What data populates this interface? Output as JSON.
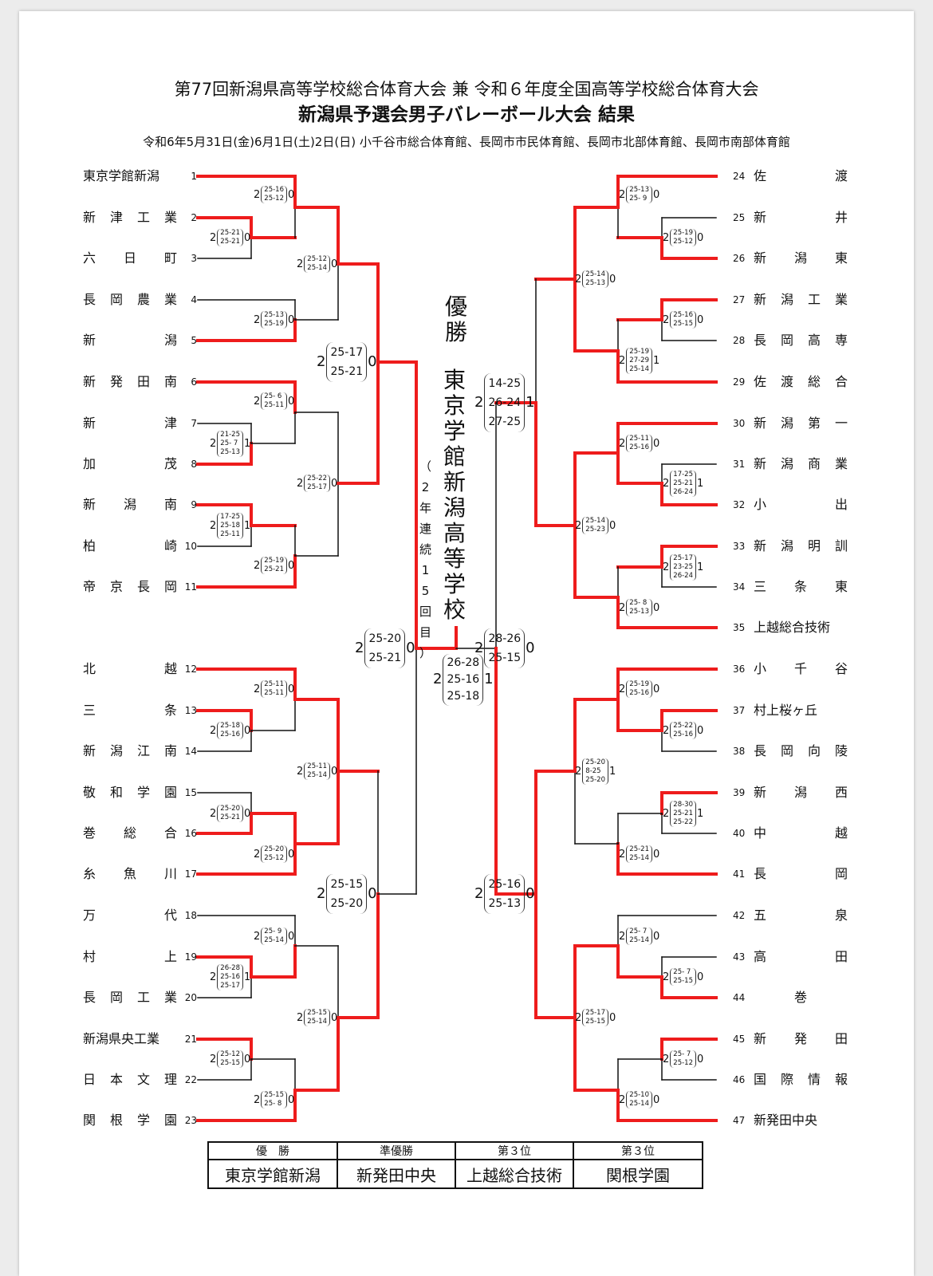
{
  "header": {
    "line1": "第77回新潟県高等学校総合体育大会 兼 令和６年度全国高等学校総合体育大会",
    "line2": "新潟県予選会男子バレーボール大会 結果",
    "line3": "令和6年5月31日(金)6月1日(土)2日(日) 小千谷市総合体育館、長岡市市民体育館、長岡市北部体育館、長岡市南部体育館"
  },
  "teams_left": [
    {
      "seed": "1",
      "name": "東京学館新潟"
    },
    {
      "seed": "2",
      "name": "新津工業"
    },
    {
      "seed": "3",
      "name": "六日町"
    },
    {
      "seed": "4",
      "name": "長岡農業"
    },
    {
      "seed": "5",
      "name": "新潟"
    },
    {
      "seed": "6",
      "name": "新発田南"
    },
    {
      "seed": "7",
      "name": "新津"
    },
    {
      "seed": "8",
      "name": "加茂"
    },
    {
      "seed": "9",
      "name": "新潟南"
    },
    {
      "seed": "10",
      "name": "柏崎"
    },
    {
      "seed": "11",
      "name": "帝京長岡"
    },
    {
      "seed": "12",
      "name": "北越"
    },
    {
      "seed": "13",
      "name": "三条"
    },
    {
      "seed": "14",
      "name": "新潟江南"
    },
    {
      "seed": "15",
      "name": "敬和学園"
    },
    {
      "seed": "16",
      "name": "巻総合"
    },
    {
      "seed": "17",
      "name": "糸魚川"
    },
    {
      "seed": "18",
      "name": "万代"
    },
    {
      "seed": "19",
      "name": "村上"
    },
    {
      "seed": "20",
      "name": "長岡工業"
    },
    {
      "seed": "21",
      "name": "新潟県央工業"
    },
    {
      "seed": "22",
      "name": "日本文理"
    },
    {
      "seed": "23",
      "name": "関根学園"
    }
  ],
  "teams_right": [
    {
      "seed": "24",
      "name": "佐渡"
    },
    {
      "seed": "25",
      "name": "新井"
    },
    {
      "seed": "26",
      "name": "新潟東"
    },
    {
      "seed": "27",
      "name": "新潟工業"
    },
    {
      "seed": "28",
      "name": "長岡高専"
    },
    {
      "seed": "29",
      "name": "佐渡総合"
    },
    {
      "seed": "30",
      "name": "新潟第一"
    },
    {
      "seed": "31",
      "name": "新潟商業"
    },
    {
      "seed": "32",
      "name": "小出"
    },
    {
      "seed": "33",
      "name": "新潟明訓"
    },
    {
      "seed": "34",
      "name": "三条東"
    },
    {
      "seed": "35",
      "name": "上越総合技術"
    },
    {
      "seed": "36",
      "name": "小千谷"
    },
    {
      "seed": "37",
      "name": "村上桜ヶ丘"
    },
    {
      "seed": "38",
      "name": "長岡向陵"
    },
    {
      "seed": "39",
      "name": "新潟西"
    },
    {
      "seed": "40",
      "name": "中越"
    },
    {
      "seed": "41",
      "name": "長岡"
    },
    {
      "seed": "42",
      "name": "五泉"
    },
    {
      "seed": "43",
      "name": "高田"
    },
    {
      "seed": "44",
      "name": "巻"
    },
    {
      "seed": "45",
      "name": "新発田"
    },
    {
      "seed": "46",
      "name": "国際情報"
    },
    {
      "seed": "47",
      "name": "新発田中央"
    }
  ],
  "scores": [
    {
      "w": "2",
      "sets": [
        "25-16",
        "25-12"
      ],
      "l": "0"
    },
    {
      "w": "2",
      "sets": [
        "25-21",
        "25-21"
      ],
      "l": "0"
    },
    {
      "w": "2",
      "sets": [
        "25-12",
        "25-14"
      ],
      "l": "0"
    },
    {
      "w": "2",
      "sets": [
        "25-13",
        "25-19"
      ],
      "l": "0"
    },
    {
      "w": "2",
      "sets": [
        "25-17",
        "25-21"
      ],
      "l": "0"
    },
    {
      "w": "2",
      "sets": [
        "25- 6",
        "25-11"
      ],
      "l": "0"
    },
    {
      "w": "2",
      "sets": [
        "21-25",
        "25- 7",
        "25-13"
      ],
      "l": "1"
    },
    {
      "w": "2",
      "sets": [
        "25-22",
        "25-17"
      ],
      "l": "0"
    },
    {
      "w": "2",
      "sets": [
        "17-25",
        "25-18",
        "25-11"
      ],
      "l": "1"
    },
    {
      "w": "2",
      "sets": [
        "25-19",
        "25-21"
      ],
      "l": "0"
    },
    {
      "w": "2",
      "sets": [
        "25-20",
        "25-21"
      ],
      "l": "0"
    },
    {
      "w": "2",
      "sets": [
        "25-11",
        "25-11"
      ],
      "l": "0"
    },
    {
      "w": "2",
      "sets": [
        "25-18",
        "25-16"
      ],
      "l": "0"
    },
    {
      "w": "2",
      "sets": [
        "25-11",
        "25-14"
      ],
      "l": "0"
    },
    {
      "w": "2",
      "sets": [
        "25-20",
        "25-21"
      ],
      "l": "0"
    },
    {
      "w": "2",
      "sets": [
        "25-20",
        "25-12"
      ],
      "l": "0"
    },
    {
      "w": "2",
      "sets": [
        "25-15",
        "25-20"
      ],
      "l": "0"
    },
    {
      "w": "2",
      "sets": [
        "25- 9",
        "25-14"
      ],
      "l": "0"
    },
    {
      "w": "2",
      "sets": [
        "26-28",
        "25-16",
        "25-17"
      ],
      "l": "1"
    },
    {
      "w": "2",
      "sets": [
        "25-15",
        "25-14"
      ],
      "l": "0"
    },
    {
      "w": "2",
      "sets": [
        "25-12",
        "25-15"
      ],
      "l": "0"
    },
    {
      "w": "2",
      "sets": [
        "25-15",
        "25- 8"
      ],
      "l": "0"
    },
    {
      "w": "2",
      "sets": [
        "26-28",
        "25-16",
        "25-18"
      ],
      "l": "1"
    },
    {
      "w": "2",
      "sets": [
        "25-13",
        "25- 9"
      ],
      "l": "0"
    },
    {
      "w": "2",
      "sets": [
        "25-19",
        "25-12"
      ],
      "l": "0"
    },
    {
      "w": "2",
      "sets": [
        "25-14",
        "25-13"
      ],
      "l": "0"
    },
    {
      "w": "2",
      "sets": [
        "25-16",
        "25-15"
      ],
      "l": "0"
    },
    {
      "w": "2",
      "sets": [
        "25-19",
        "27-29",
        "25-14"
      ],
      "l": "1"
    },
    {
      "w": "2",
      "sets": [
        "14-25",
        "26-24",
        "27-25"
      ],
      "l": "1"
    },
    {
      "w": "2",
      "sets": [
        "25-11",
        "25-16"
      ],
      "l": "0"
    },
    {
      "w": "2",
      "sets": [
        "17-25",
        "25-21",
        "26-24"
      ],
      "l": "1"
    },
    {
      "w": "2",
      "sets": [
        "25-14",
        "25-23"
      ],
      "l": "0"
    },
    {
      "w": "2",
      "sets": [
        "25-17",
        "23-25",
        "26-24"
      ],
      "l": "1"
    },
    {
      "w": "2",
      "sets": [
        "25- 8",
        "25-13"
      ],
      "l": "0"
    },
    {
      "w": "2",
      "sets": [
        "28-26",
        "25-15"
      ],
      "l": "0"
    },
    {
      "w": "2",
      "sets": [
        "25-19",
        "25-16"
      ],
      "l": "0"
    },
    {
      "w": "2",
      "sets": [
        "25-22",
        "25-16"
      ],
      "l": "0"
    },
    {
      "w": "2",
      "sets": [
        "25-20",
        "8-25",
        "25-20"
      ],
      "l": "1"
    },
    {
      "w": "2",
      "sets": [
        "28-30",
        "25-21",
        "25-22"
      ],
      "l": "1"
    },
    {
      "w": "2",
      "sets": [
        "25-21",
        "25-14"
      ],
      "l": "0"
    },
    {
      "w": "2",
      "sets": [
        "25-16",
        "25-13"
      ],
      "l": "0"
    },
    {
      "w": "2",
      "sets": [
        "25- 7",
        "25-14"
      ],
      "l": "0"
    },
    {
      "w": "2",
      "sets": [
        "25- 7",
        "25-15"
      ],
      "l": "0"
    },
    {
      "w": "2",
      "sets": [
        "25-17",
        "25-15"
      ],
      "l": "0"
    },
    {
      "w": "2",
      "sets": [
        "25- 7",
        "25-12"
      ],
      "l": "0"
    },
    {
      "w": "2",
      "sets": [
        "25-10",
        "25-14"
      ],
      "l": "0"
    }
  ],
  "champion": {
    "label": "優勝",
    "name": "東京学館新潟高等学校",
    "note": "（2年連続15回目）"
  },
  "results_table": {
    "headers": [
      "優　勝",
      "準優勝",
      "第３位",
      "第３位"
    ],
    "values": [
      "東京学館新潟",
      "新発田中央",
      "上越総合技術",
      "関根学園"
    ]
  },
  "colors": {
    "winner_line": "#ee1c1c",
    "line": "#111111"
  }
}
